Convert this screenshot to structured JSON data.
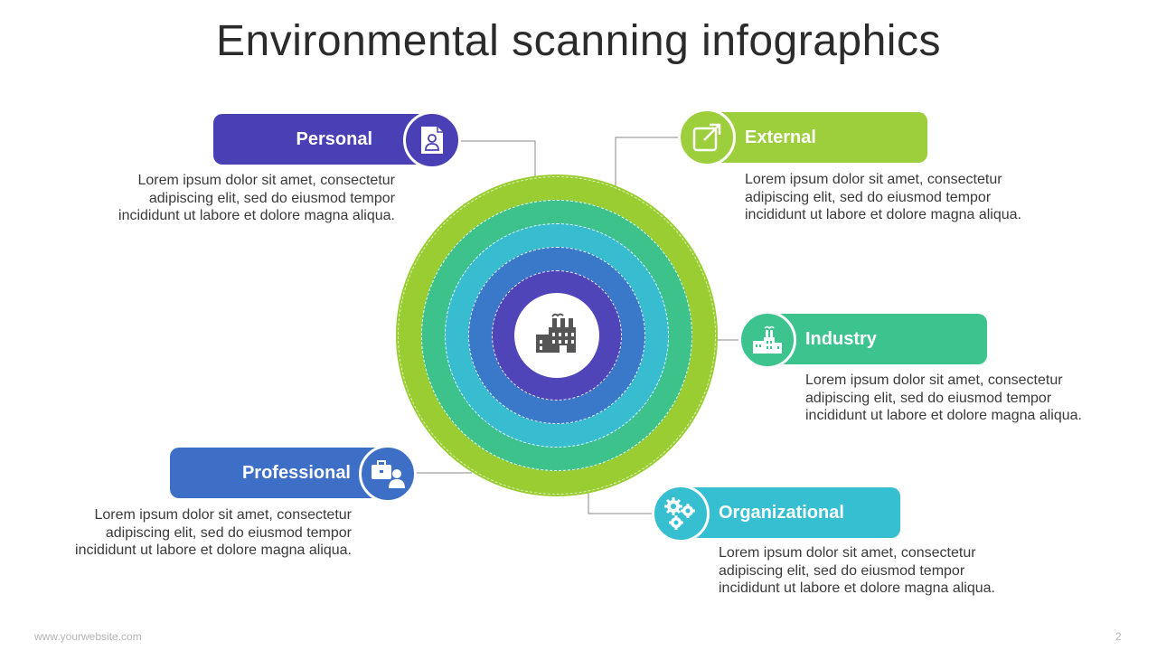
{
  "title": "Environmental scanning infographics",
  "footer": {
    "website": "www.yourwebsite.com",
    "page_number": "2"
  },
  "center": {
    "icon": "factory-icon"
  },
  "rings": {
    "colors": [
      "#9acd32",
      "#8bc34a",
      "#3dc28c",
      "#38bcd0",
      "#3a79c9",
      "#4f45b8"
    ]
  },
  "items": {
    "personal": {
      "label": "Personal",
      "icon": "user-document-icon",
      "color": "#4a40b5",
      "text": [
        "Lorem ipsum dolor sit amet, consectetur",
        "adipiscing elit, sed do eiusmod tempor",
        "incididunt ut labore et dolore magna aliqua."
      ]
    },
    "external": {
      "label": "External",
      "icon": "external-link-icon",
      "color": "#9ccf3b",
      "text": [
        "Lorem ipsum dolor sit amet, consectetur",
        "adipiscing elit, sed do eiusmod tempor",
        "incididunt ut labore et dolore magna aliqua."
      ]
    },
    "industry": {
      "label": "Industry",
      "icon": "industry-icon",
      "color": "#3dc48e",
      "text": [
        "Lorem ipsum dolor sit amet, consectetur",
        "adipiscing elit, sed do eiusmod tempor",
        "incididunt ut labore et dolore magna aliqua."
      ]
    },
    "professional": {
      "label": "Professional",
      "icon": "briefcase-person-icon",
      "color": "#3d6fc6",
      "text": [
        "Lorem ipsum dolor sit amet, consectetur",
        "adipiscing elit, sed do eiusmod tempor",
        "incididunt ut labore et dolore magna aliqua."
      ]
    },
    "organizational": {
      "label": "Organizational",
      "icon": "gears-people-icon",
      "color": "#35bfd0",
      "text": [
        "Lorem ipsum dolor sit amet, consectetur",
        "adipiscing elit, sed do eiusmod tempor",
        "incididunt ut labore et dolore magna aliqua."
      ]
    }
  }
}
